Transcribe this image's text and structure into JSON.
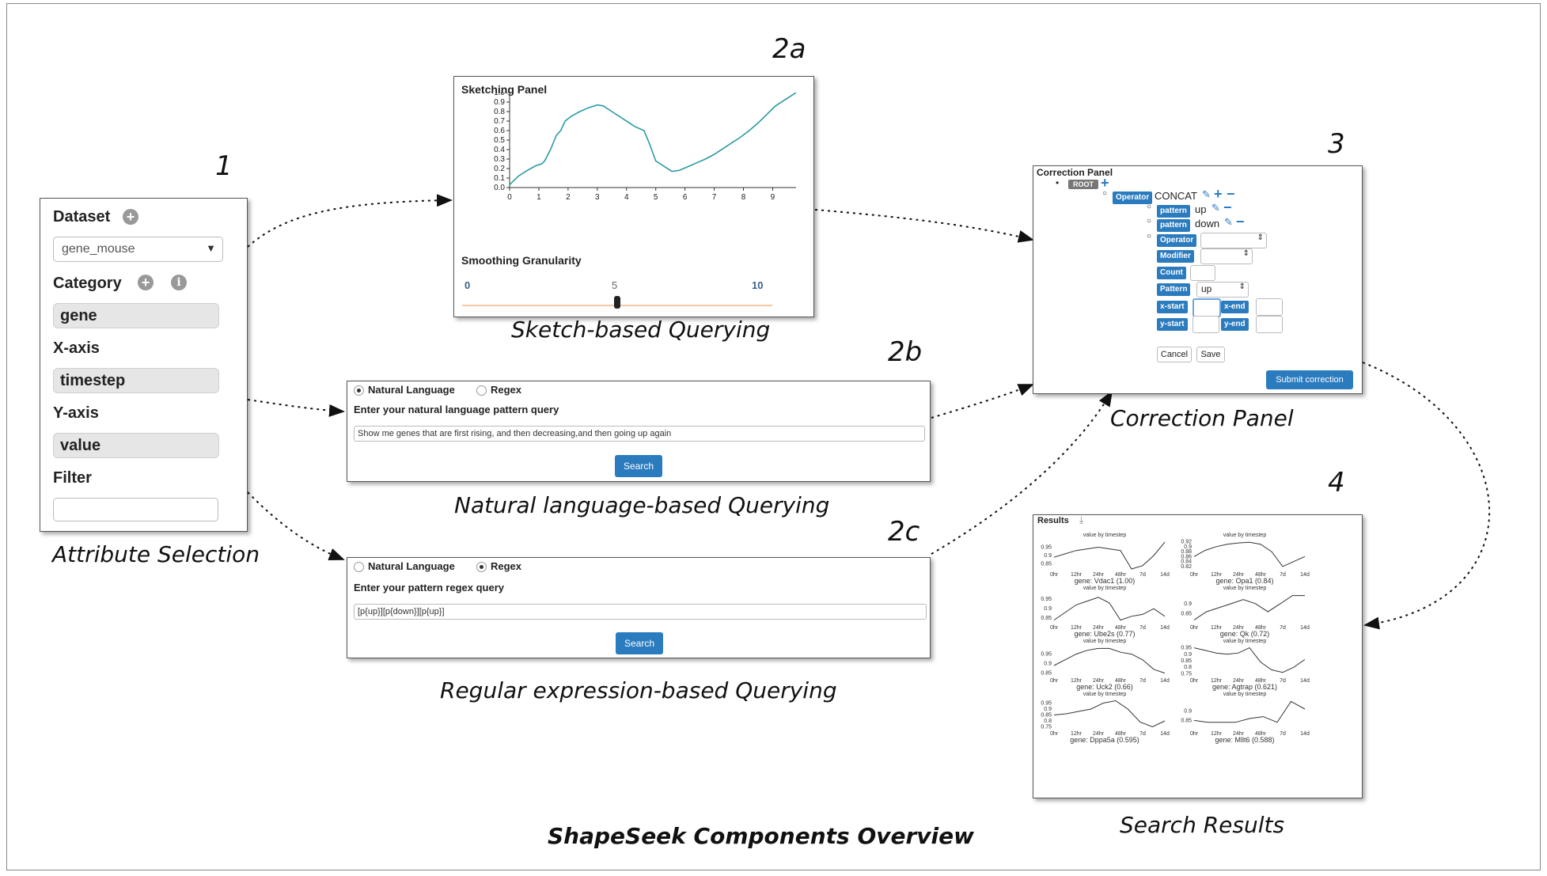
{
  "figure_title": "ShapeSeek Components Overview",
  "step_numbers": {
    "n1": "1",
    "n2a": "2a",
    "n2b": "2b",
    "n2c": "2c",
    "n3": "3",
    "n4": "4"
  },
  "captions": {
    "attr": "Attribute Selection",
    "sketch": "Sketch-based Querying",
    "nl": "Natural language-based Querying",
    "regex": "Regular expression-based Querying",
    "correction": "Correction Panel",
    "results": "Search Results"
  },
  "attribute_panel": {
    "dataset_label": "Dataset",
    "dataset_value": "gene_mouse",
    "category_label": "Category",
    "category_value": "gene",
    "xaxis_label": "X-axis",
    "xaxis_value": "timestep",
    "yaxis_label": "Y-axis",
    "yaxis_value": "value",
    "filter_label": "Filter",
    "filter_value": ""
  },
  "sketch_panel": {
    "title": "Sketching Panel",
    "smoothing_label": "Smoothing Granularity",
    "slider_min": "0",
    "slider_value": "5",
    "slider_max": "10",
    "slider_fraction": 0.5,
    "chart_data": {
      "type": "line",
      "x_ticks": [
        "0",
        "1",
        "2",
        "3",
        "4",
        "5",
        "6",
        "7",
        "8",
        "9"
      ],
      "y_ticks": [
        "0.0",
        "0.1",
        "0.2",
        "0.3",
        "0.4",
        "0.5",
        "0.6",
        "0.7",
        "0.8",
        "0.9",
        "1.0"
      ],
      "xlim": [
        0,
        9.8
      ],
      "ylim": [
        0,
        1.0
      ],
      "x": [
        0,
        0.3,
        0.6,
        0.9,
        1.1,
        1.2,
        1.4,
        1.6,
        1.75,
        1.9,
        2.1,
        2.4,
        2.7,
        3.0,
        3.2,
        3.5,
        3.8,
        4.1,
        4.3,
        4.6,
        4.8,
        5.0,
        5.3,
        5.55,
        5.8,
        6.1,
        6.4,
        6.7,
        7.0,
        7.3,
        7.6,
        7.9,
        8.2,
        8.5,
        8.8,
        9.1,
        9.4,
        9.6,
        9.8
      ],
      "y": [
        0.03,
        0.12,
        0.18,
        0.23,
        0.25,
        0.28,
        0.4,
        0.55,
        0.6,
        0.7,
        0.75,
        0.8,
        0.84,
        0.87,
        0.86,
        0.8,
        0.74,
        0.68,
        0.64,
        0.6,
        0.45,
        0.28,
        0.22,
        0.17,
        0.18,
        0.22,
        0.26,
        0.3,
        0.35,
        0.41,
        0.47,
        0.53,
        0.6,
        0.68,
        0.77,
        0.86,
        0.92,
        0.96,
        1.0
      ]
    }
  },
  "nl_panel": {
    "radio_nl": "Natural Language",
    "radio_regex": "Regex",
    "prompt": "Enter your natural language pattern query",
    "query": "Show me genes that are first rising, and then decreasing,and then going up again",
    "search_label": "Search"
  },
  "regex_panel": {
    "radio_nl": "Natural Language",
    "radio_regex": "Regex",
    "prompt": "Enter your pattern regex query",
    "query": "[p{up}][p{down}][p{up}]",
    "search_label": "Search"
  },
  "correction_panel": {
    "title": "Correction Panel",
    "root": "ROOT",
    "operator_tag": "Operator",
    "operator_value": "CONCAT",
    "pattern_tag": "pattern",
    "pattern1": "up",
    "pattern2": "down",
    "modifier_tag": "Modifier",
    "count_tag": "Count",
    "pattern_select_tag": "Pattern",
    "pattern_select_value": "up",
    "xstart": "x-start",
    "xend": "x-end",
    "ystart": "y-start",
    "yend": "y-end",
    "cancel": "Cancel",
    "save": "Save",
    "submit": "Submit correction"
  },
  "results_panel": {
    "title": "Results",
    "chart_title": "value by timestep",
    "x_ticks": [
      "0hr",
      "12hr",
      "24hr",
      "48hr",
      "7d",
      "14d"
    ],
    "chart_data": [
      {
        "type": "line",
        "label": "gene: Vdac1 (1.00)",
        "y_ticks": [
          "0.95",
          "0.9",
          "0.85"
        ],
        "ylim": [
          0.82,
          0.99
        ],
        "values": [
          0.89,
          0.91,
          0.93,
          0.94,
          0.95,
          0.94,
          0.93,
          0.82,
          0.84,
          0.9,
          0.98
        ]
      },
      {
        "type": "line",
        "label": "gene: Opa1 (0.84)",
        "y_ticks": [
          "0.92",
          "0.9",
          "0.88",
          "0.86",
          "0.84",
          "0.82"
        ],
        "ylim": [
          0.81,
          0.925
        ],
        "values": [
          0.86,
          0.885,
          0.9,
          0.91,
          0.915,
          0.918,
          0.91,
          0.88,
          0.82,
          0.84,
          0.86
        ]
      },
      {
        "type": "line",
        "label": "gene: Ube2s (0.77)",
        "y_ticks": [
          "0.95",
          "0.9",
          "0.85"
        ],
        "ylim": [
          0.83,
          0.98
        ],
        "values": [
          0.84,
          0.88,
          0.92,
          0.94,
          0.96,
          0.93,
          0.84,
          0.86,
          0.87,
          0.9,
          0.86
        ]
      },
      {
        "type": "line",
        "label": "gene: Qk (0.72)",
        "y_ticks": [
          "0.9",
          "0.85"
        ],
        "ylim": [
          0.81,
          0.95
        ],
        "values": [
          0.82,
          0.86,
          0.88,
          0.9,
          0.92,
          0.9,
          0.86,
          0.9,
          0.94,
          0.94
        ]
      },
      {
        "type": "line",
        "label": "gene: Uck2 (0.66)",
        "y_ticks": [
          "0.95",
          "0.9",
          "0.85"
        ],
        "ylim": [
          0.84,
          0.99
        ],
        "values": [
          0.89,
          0.92,
          0.95,
          0.97,
          0.98,
          0.98,
          0.96,
          0.95,
          0.92,
          0.87,
          0.85
        ]
      },
      {
        "type": "line",
        "label": "gene: Agtrap (0.621)",
        "y_ticks": [
          "0.95",
          "0.9",
          "0.85",
          "0.8",
          "0.75"
        ],
        "ylim": [
          0.74,
          0.96
        ],
        "values": [
          0.95,
          0.93,
          0.91,
          0.9,
          0.91,
          0.95,
          0.84,
          0.78,
          0.76,
          0.8,
          0.86
        ]
      },
      {
        "type": "line",
        "label": "gene: Dppa5a (0.595)",
        "y_ticks": [
          "0.95",
          "0.9",
          "0.85",
          "0.8",
          "0.75"
        ],
        "ylim": [
          0.74,
          0.98
        ],
        "values": [
          0.85,
          0.86,
          0.88,
          0.9,
          0.95,
          0.97,
          0.9,
          0.79,
          0.75,
          0.8
        ]
      },
      {
        "type": "line",
        "label": "gene: Mllt6 (0.588)",
        "y_ticks": [
          "0.9",
          "0.85"
        ],
        "ylim": [
          0.81,
          0.96
        ],
        "values": [
          0.85,
          0.84,
          0.84,
          0.84,
          0.86,
          0.87,
          0.84,
          0.95,
          0.91
        ]
      }
    ]
  }
}
